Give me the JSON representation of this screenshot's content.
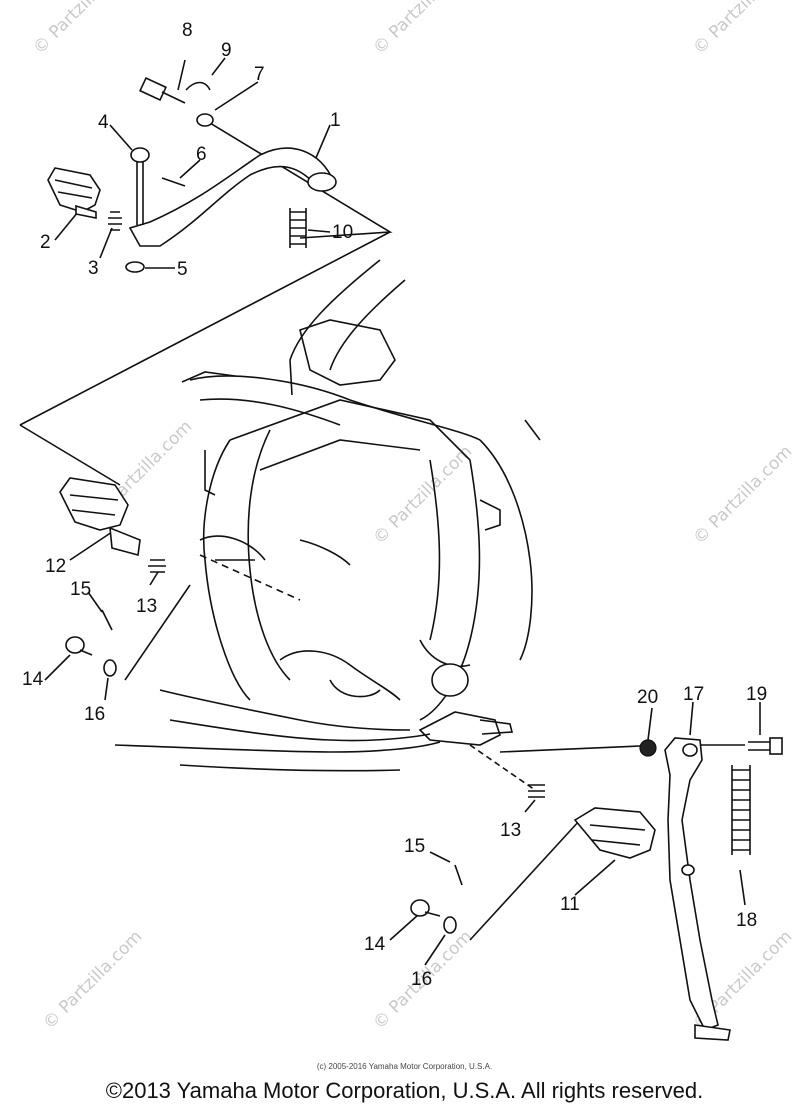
{
  "watermark": "© Partzilla.com",
  "callouts": [
    "1",
    "2",
    "3",
    "4",
    "5",
    "6",
    "7",
    "8",
    "9",
    "10",
    "11",
    "12",
    "13",
    "13",
    "14",
    "14",
    "15",
    "15",
    "16",
    "16",
    "17",
    "18",
    "19",
    "20"
  ],
  "copyright_small": "(c) 2005-2016 Yamaha Motor Corporation, U.S.A.",
  "copyright_main": "©2013 Yamaha Motor Corporation, U.S.A. All rights reserved."
}
